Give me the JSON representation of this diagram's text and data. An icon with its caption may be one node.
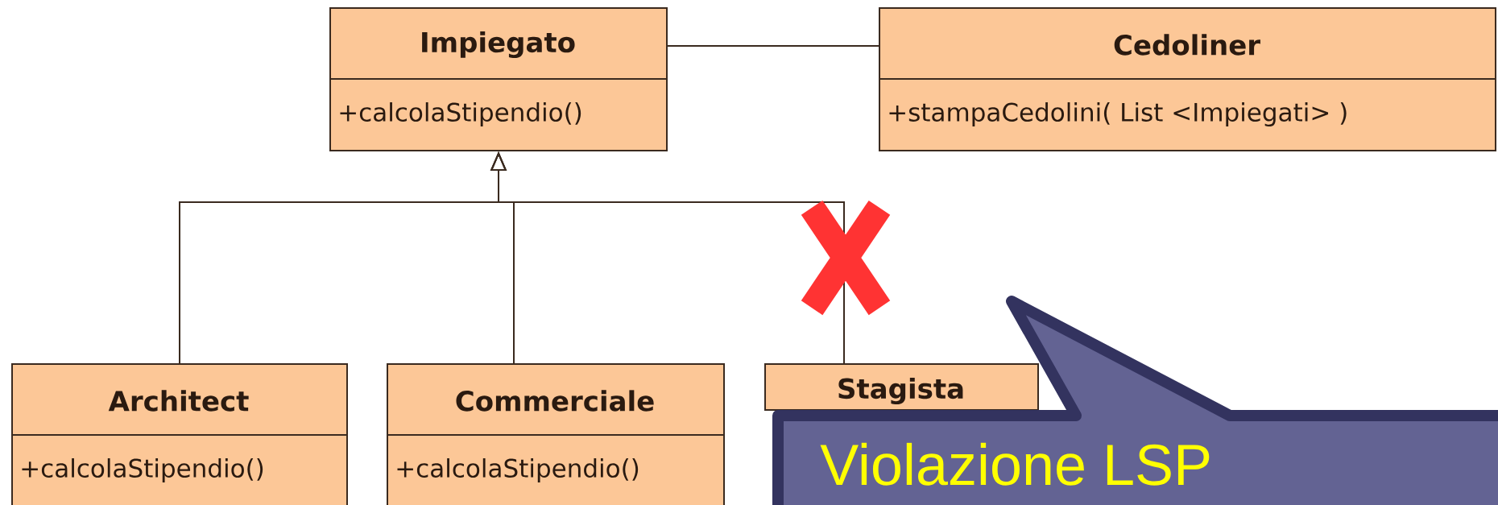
{
  "diagram": {
    "nodes": [
      {
        "text": [
          "Impiegato",
          "+calcolaStipendio()"
        ]
      },
      {
        "text": [
          "Cedoliner",
          "+stampaCedolini( List <Impiegati> )"
        ]
      },
      {
        "text": [
          "Architect",
          "+calcolaStipendio()"
        ]
      },
      {
        "text": [
          "Commerciale",
          "+calcolaStipendio()"
        ]
      },
      {
        "text": [
          "Stagista"
        ]
      },
      {
        "text": [
          "Violazione LSP"
        ]
      }
    ],
    "edges": [
      {
        "from": 0,
        "to": 1,
        "arrow": "none"
      },
      {
        "from": 2,
        "to": 0,
        "arrow": "to"
      },
      {
        "from": 3,
        "to": 0,
        "arrow": "to"
      },
      {
        "from": 4,
        "to": 0,
        "arrow": "to"
      }
    ]
  }
}
